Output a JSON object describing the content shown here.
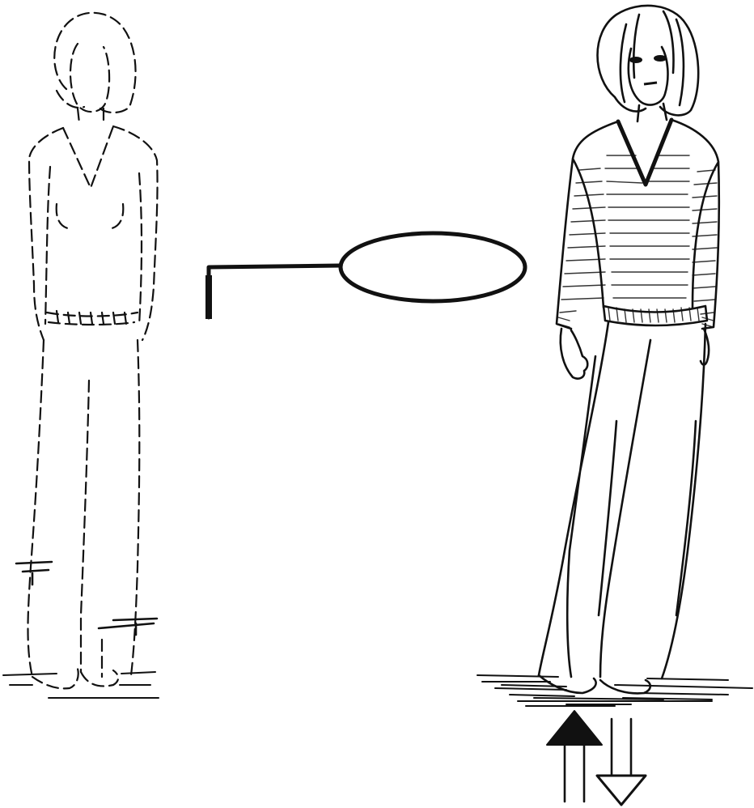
{
  "figure": {
    "left_figure": {
      "style": "dashed-outline",
      "icon": "standing-woman-outline"
    },
    "right_figure": {
      "style": "solid-shaded",
      "icon": "standing-woman-drawing"
    },
    "connector": {
      "shape": "ellipse-on-stick",
      "icon": "speech-bubble-connector"
    },
    "force_arrows": {
      "up": "filled-up-arrow",
      "down": "open-down-arrow"
    },
    "colors": {
      "ink": "#111111",
      "paper": "#ffffff"
    }
  }
}
